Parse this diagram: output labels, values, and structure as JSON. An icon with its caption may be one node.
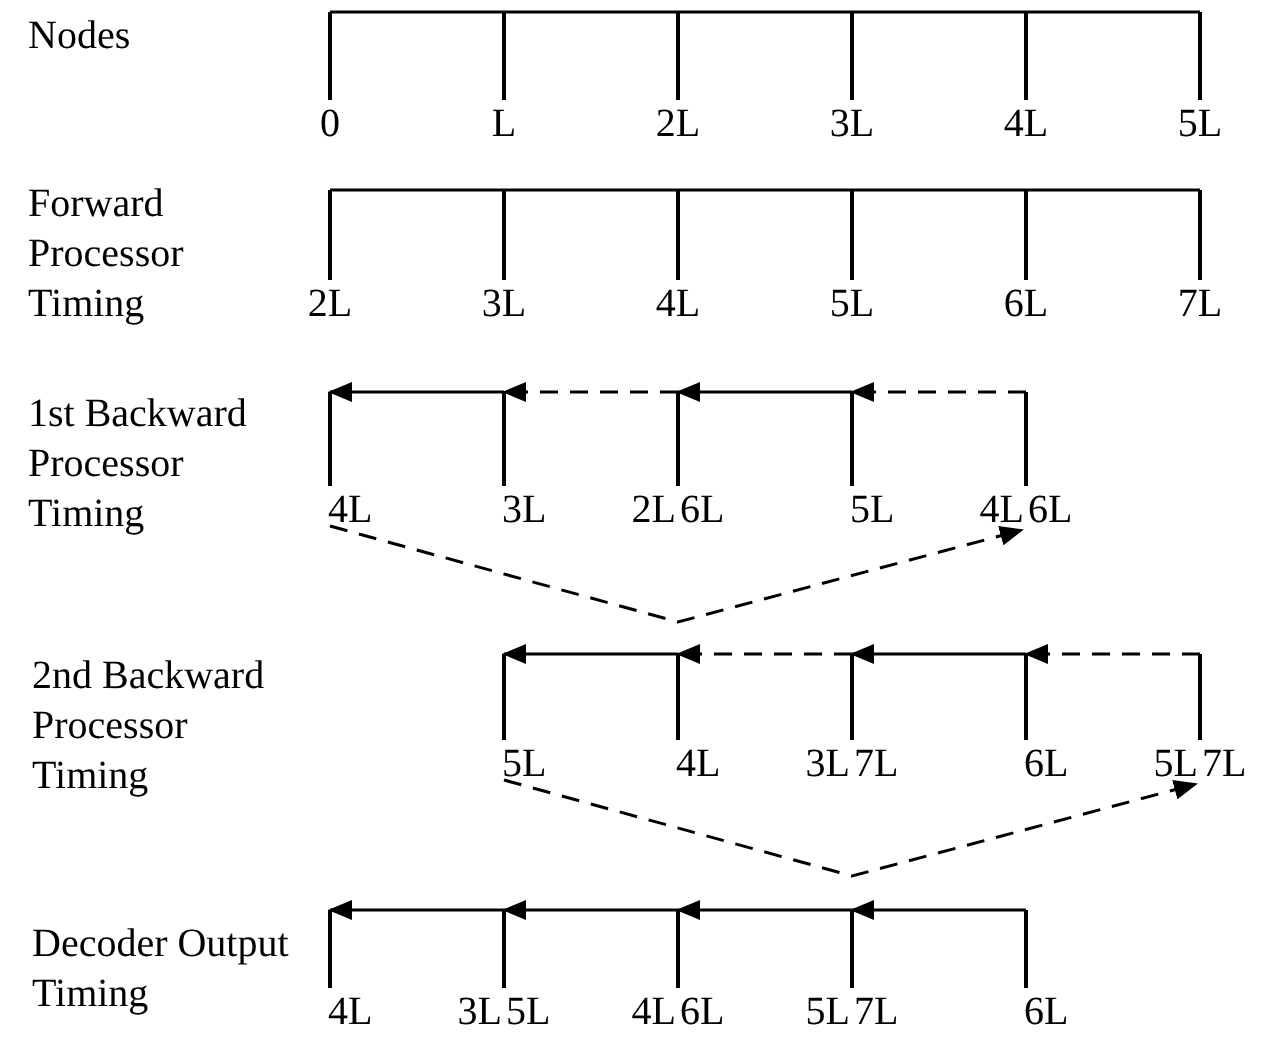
{
  "diagram": {
    "nodes": [
      {
        "text": [
          "0"
        ]
      },
      {
        "text": [
          "L"
        ]
      },
      {
        "text": [
          "2L"
        ]
      },
      {
        "text": [
          "3L"
        ]
      },
      {
        "text": [
          "4L"
        ]
      },
      {
        "text": [
          "5L"
        ]
      },
      {
        "text": [
          "2L"
        ]
      },
      {
        "text": [
          "3L"
        ]
      },
      {
        "text": [
          "4L"
        ]
      },
      {
        "text": [
          "5L"
        ]
      },
      {
        "text": [
          "6L"
        ]
      },
      {
        "text": [
          "7L"
        ]
      },
      {
        "text": [
          "4L"
        ]
      },
      {
        "text": [
          "3L"
        ]
      },
      {
        "text": [
          "2L",
          "6L"
        ]
      },
      {
        "text": [
          "5L"
        ]
      },
      {
        "text": [
          "4L",
          "6L"
        ]
      },
      {
        "text": [
          "5L"
        ]
      },
      {
        "text": [
          "4L"
        ]
      },
      {
        "text": [
          "3L",
          "7L"
        ]
      },
      {
        "text": [
          "6L"
        ]
      },
      {
        "text": [
          "5L",
          "7L"
        ]
      },
      {
        "text": [
          "4L"
        ]
      },
      {
        "text": [
          "3L",
          "5L"
        ]
      },
      {
        "text": [
          "4L",
          "6L"
        ]
      },
      {
        "text": [
          "5L",
          "7L"
        ]
      },
      {
        "text": [
          "6L"
        ]
      }
    ],
    "edges": [
      {
        "from": 0,
        "to": 1,
        "arrow": "none"
      },
      {
        "from": 1,
        "to": 2,
        "arrow": "none"
      },
      {
        "from": 2,
        "to": 3,
        "arrow": "none"
      },
      {
        "from": 3,
        "to": 4,
        "arrow": "none"
      },
      {
        "from": 4,
        "to": 5,
        "arrow": "none"
      },
      {
        "from": 6,
        "to": 7,
        "arrow": "none"
      },
      {
        "from": 7,
        "to": 8,
        "arrow": "none"
      },
      {
        "from": 8,
        "to": 9,
        "arrow": "none"
      },
      {
        "from": 9,
        "to": 10,
        "arrow": "none"
      },
      {
        "from": 10,
        "to": 11,
        "arrow": "none"
      },
      {
        "from": 13,
        "to": 12,
        "arrow": "to"
      },
      {
        "from": 14,
        "to": 13,
        "arrow": "to",
        "style": "dashed"
      },
      {
        "from": 15,
        "to": 14,
        "arrow": "to"
      },
      {
        "from": 16,
        "to": 15,
        "arrow": "to",
        "style": "dashed"
      },
      {
        "from": 12,
        "to": 16,
        "arrow": "to",
        "style": "dashed"
      },
      {
        "from": 18,
        "to": 17,
        "arrow": "to"
      },
      {
        "from": 19,
        "to": 18,
        "arrow": "to",
        "style": "dashed"
      },
      {
        "from": 20,
        "to": 19,
        "arrow": "to"
      },
      {
        "from": 21,
        "to": 20,
        "arrow": "to",
        "style": "dashed"
      },
      {
        "from": 17,
        "to": 21,
        "arrow": "to",
        "style": "dashed"
      },
      {
        "from": 23,
        "to": 22,
        "arrow": "to"
      },
      {
        "from": 24,
        "to": 23,
        "arrow": "to"
      },
      {
        "from": 25,
        "to": 24,
        "arrow": "to"
      },
      {
        "from": 26,
        "to": 25,
        "arrow": "to"
      }
    ],
    "labels": [
      "Nodes",
      "Forward Processor Timing",
      "1st Backward Processor Timing",
      "2nd Backward Processor Timing",
      "Decoder Output Timing"
    ]
  }
}
